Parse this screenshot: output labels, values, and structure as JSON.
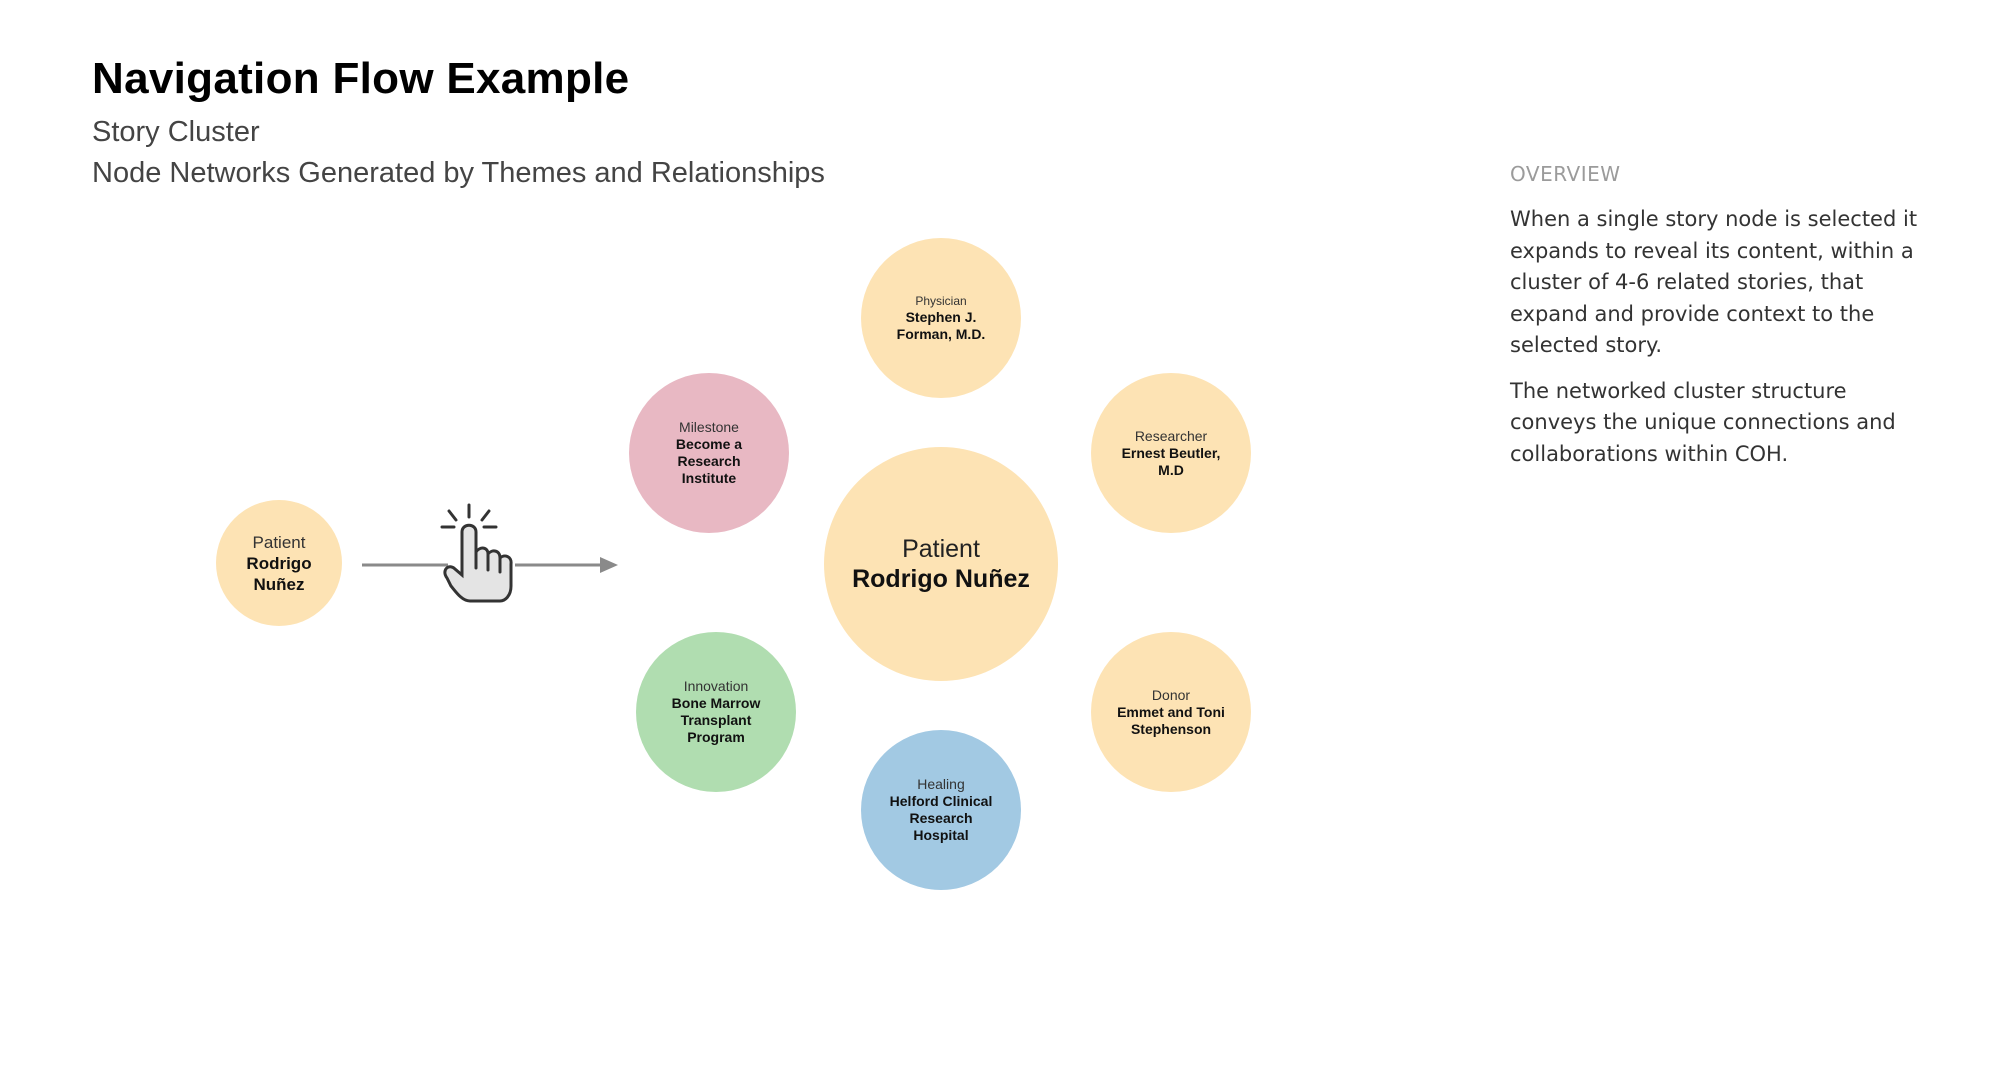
{
  "header": {
    "title": "Navigation Flow Example",
    "subtitle1": "Story Cluster",
    "subtitle2": "Node Networks Generated by Themes and Relationships"
  },
  "overview": {
    "heading": "OVERVIEW",
    "paragraph1": "When a single story node is selected it expands to reveal its content, within a cluster of 4-6 related stories, that expand and provide context to the selected story.",
    "paragraph2": "The networked cluster structure conveys the unique connections and collaborations within COH."
  },
  "selected_node": {
    "role": "Patient",
    "name": "Rodrigo Nuñez"
  },
  "cluster": {
    "center": {
      "role": "Patient",
      "name": "Rodrigo Nuñez"
    },
    "physician": {
      "role": "Physician",
      "name": "Stephen J. Forman, M.D."
    },
    "researcher": {
      "role": "Researcher",
      "name": "Ernest Beutler, M.D"
    },
    "milestone": {
      "role": "Milestone",
      "name": "Become a Research Institute"
    },
    "innovation": {
      "role": "Innovation",
      "name": "Bone Marrow Transplant Program"
    },
    "healing": {
      "role": "Healing",
      "name": "Helford Clinical Research Hospital"
    },
    "donor": {
      "role": "Donor",
      "name": "Emmet and Toni Stephenson"
    }
  },
  "icons": {
    "cursor": "hand-pointer-click-icon",
    "arrow": "arrow-right-icon"
  },
  "colors": {
    "peach": "#fde3b4",
    "pink": "#e8b8c3",
    "green": "#b0ddb0",
    "blue": "#a2c9e3",
    "arrow": "#8a8a8a"
  }
}
